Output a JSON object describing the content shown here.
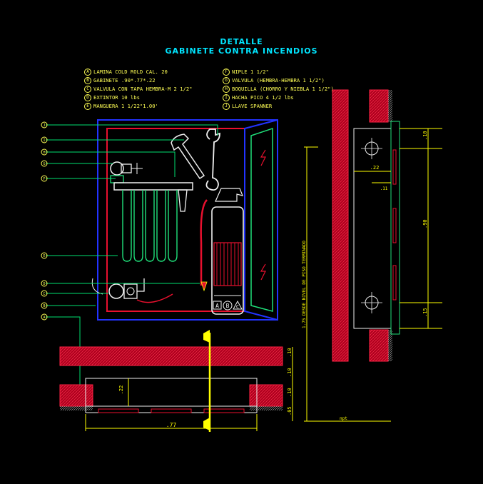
{
  "title": {
    "line1": "DETALLE",
    "line2": "GABINETE CONTRA INCENDIOS"
  },
  "legend_left": [
    {
      "key": "A",
      "text": "LAMINA COLD ROLD CAL. 20"
    },
    {
      "key": "B",
      "text": "GABINETE .90*.77*.22"
    },
    {
      "key": "C",
      "text": "VALVULA CON TAPA HEMBRA-M 2 1/2\""
    },
    {
      "key": "D",
      "text": "EXTINTOR 10 lbs"
    },
    {
      "key": "E",
      "text": "MANGUERA 1 1/22\"1.00'"
    }
  ],
  "legend_right": [
    {
      "key": "F",
      "text": "NIPLE 1 1/2\""
    },
    {
      "key": "G",
      "text": "VALVULA (HEMBRA-HEMBRA 1 1/2\")"
    },
    {
      "key": "H",
      "text": "BOQUILLA (CHORRO Y NIEBLA 1 1/2\")"
    },
    {
      "key": "I",
      "text": "HACHA PICO 4 1/2 lbs"
    },
    {
      "key": "J",
      "text": "LLAVE SPANNER"
    }
  ],
  "callouts_left": [
    "J",
    "I",
    "H",
    "G",
    "F",
    "E",
    "D",
    "C",
    "B",
    "A"
  ],
  "extinguisher_marks": [
    "A",
    "B",
    "C"
  ],
  "dimensions": {
    "plan_width": ".77",
    "plan_depth": ".22",
    "plan_dims_right": [
      ".10",
      ".10",
      ".10",
      ".05"
    ],
    "side_top": ".10",
    "side_offset": ".22",
    "side_small": ".11",
    "side_height": ".90",
    "side_bottom": ".15",
    "floor_height": "1.75 DESDE NIVEL DE PISO TERMINADO",
    "floor_label": "npt"
  },
  "colors": {
    "wall": "#c8102e",
    "cabinet": "#2233ff",
    "title": "#00e5ff",
    "leader": "#00e070",
    "legend": "#ffff55",
    "dimension": "#ffff00"
  }
}
